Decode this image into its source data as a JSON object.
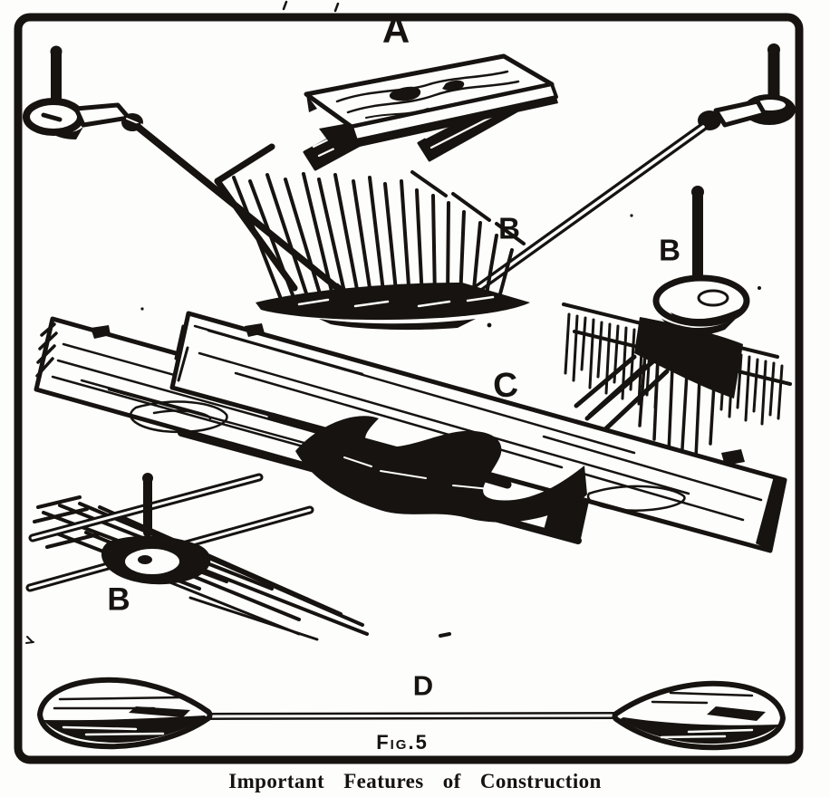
{
  "figure": {
    "part_labels": {
      "seat": "A",
      "spreader_rod": "B",
      "thumb_nut": "B",
      "rib_bolt": "B",
      "gunwale_splice": "C",
      "paddle": "D"
    },
    "fig_number": "Fig.5",
    "caption": "Important Features of Construction",
    "colors": {
      "ink": "#161310",
      "paper": "#fdfdfb"
    }
  }
}
